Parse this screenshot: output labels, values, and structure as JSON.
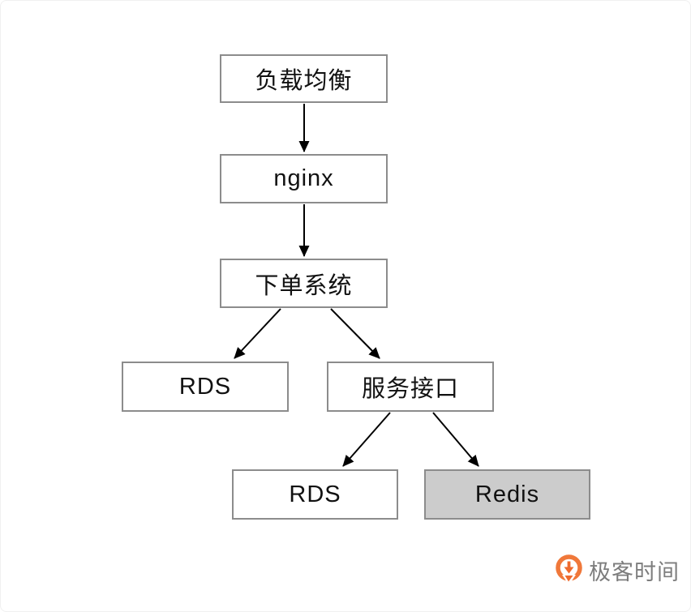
{
  "diagram": {
    "title": "order-system-architecture-flowchart",
    "nodes": {
      "load_balancer": {
        "label": "负载均衡",
        "highlighted": false
      },
      "nginx": {
        "label": "nginx",
        "highlighted": false
      },
      "order_system": {
        "label": "下单系统",
        "highlighted": false
      },
      "rds_left": {
        "label": "RDS",
        "highlighted": false
      },
      "service_api": {
        "label": "服务接口",
        "highlighted": false
      },
      "rds_bottom": {
        "label": "RDS",
        "highlighted": false
      },
      "redis": {
        "label": "Redis",
        "highlighted": true
      }
    },
    "edges": [
      {
        "from": "load_balancer",
        "to": "nginx"
      },
      {
        "from": "nginx",
        "to": "order_system"
      },
      {
        "from": "order_system",
        "to": "rds_left"
      },
      {
        "from": "order_system",
        "to": "service_api"
      },
      {
        "from": "service_api",
        "to": "rds_bottom"
      },
      {
        "from": "service_api",
        "to": "redis"
      }
    ],
    "colors": {
      "box_border": "#8c8c8c",
      "box_fill": "#ffffff",
      "highlight_fill": "#cccccc",
      "arrow": "#000000",
      "text": "#111111"
    }
  },
  "logo": {
    "icon": "geektime-q-arrow-icon",
    "text": "极客时间",
    "icon_color": "#f0783a",
    "text_color": "#7d7d7d"
  }
}
